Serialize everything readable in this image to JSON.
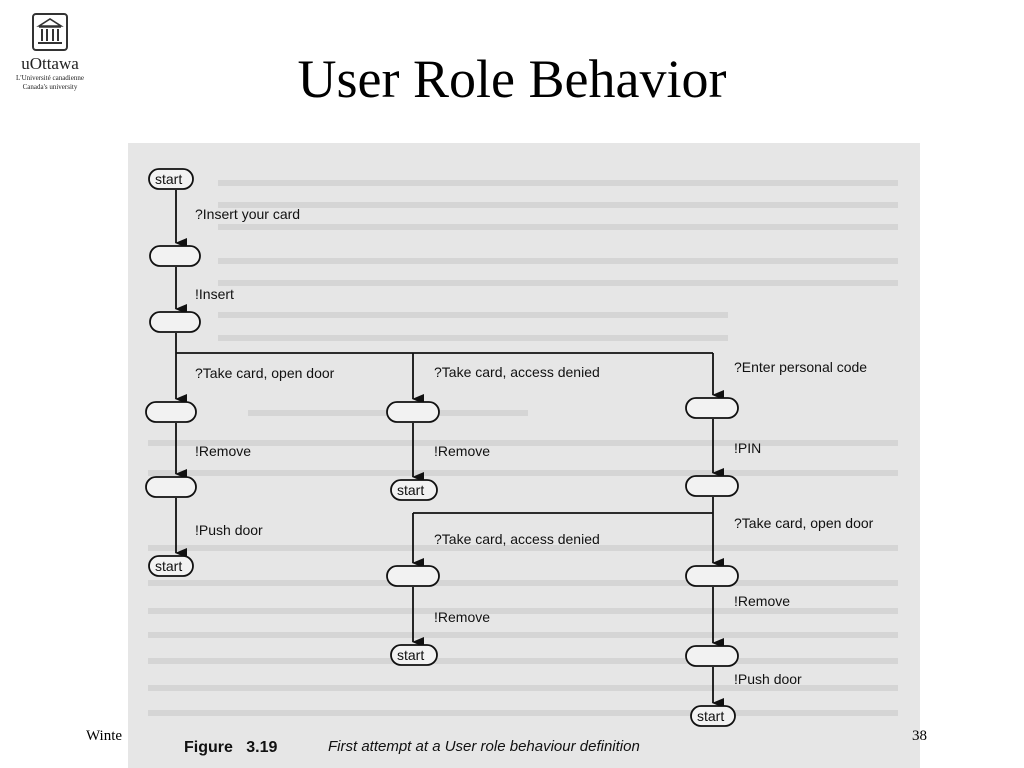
{
  "logo": {
    "name": "uOttawa",
    "tagline_fr": "L'Université canadienne",
    "tagline_en": "Canada's university"
  },
  "slide": {
    "title": "User Role Behavior",
    "footer_left": "Winte",
    "page_number": "38"
  },
  "figure": {
    "caption_label": "Figure   3.19",
    "caption_text": "First attempt at a User role behaviour definition",
    "states": [
      "start",
      "start",
      "start",
      "start"
    ],
    "transitions": {
      "insert_card": "?Insert your card",
      "insert": "!Insert",
      "take_card_open_door": "?Take card, open door",
      "take_card_access_denied": "?Take card, access denied",
      "enter_personal_code": "?Enter personal code",
      "remove": "!Remove",
      "pin": "!PIN",
      "push_door": "!Push door"
    }
  },
  "colors": {
    "scan_background": "#e6e6e6",
    "ink": "#111111"
  }
}
